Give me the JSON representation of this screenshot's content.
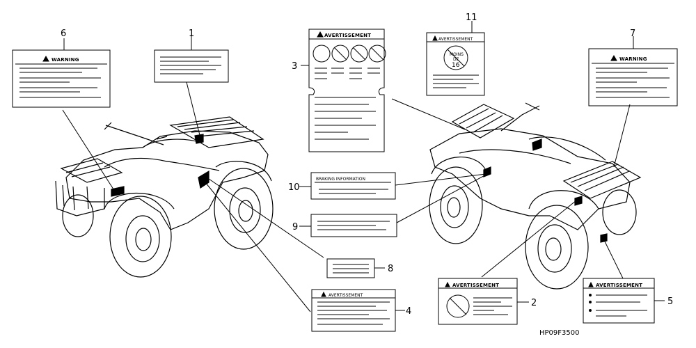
{
  "callouts": {
    "n1": "1",
    "n2": "2",
    "n3": "3",
    "n4": "4",
    "n5": "5",
    "n6": "6",
    "n7": "7",
    "n8": "8",
    "n9": "9",
    "n10": "10",
    "n11": "11"
  },
  "labels": {
    "warning_left": "WARNING",
    "warning_right": "WARNING",
    "avert_3": "AVERTISSEMENT",
    "avert_11": "AVERTISSEMENT",
    "avert_4": "AVERTISSEMENT",
    "avert_2": "AVERTISSEMENT",
    "avert_5": "AVERTISSEMENT",
    "braking": "BRAKING INFORMATION",
    "age_top": "MOINS",
    "age_mid": "DE",
    "age_num": "16"
  },
  "diagram_code": "HP09F3500",
  "colors": {
    "ink": "#000000",
    "paper": "#ffffff"
  }
}
